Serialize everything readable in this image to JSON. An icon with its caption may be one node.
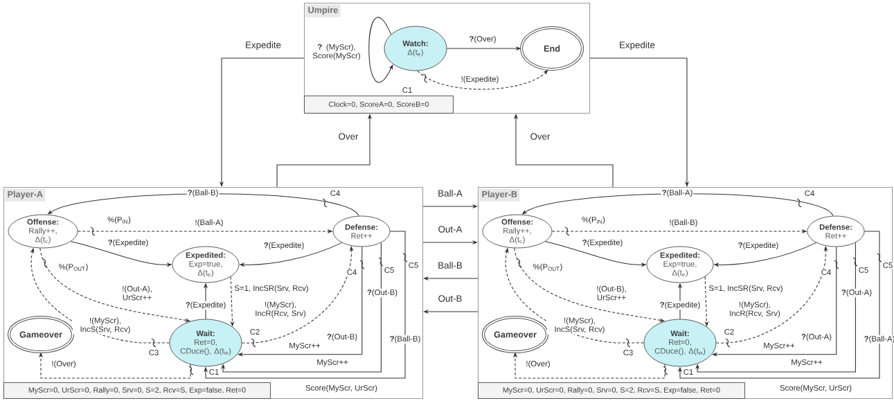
{
  "diagram": {
    "nodes": [
      {
        "text": [
          "Umpire"
        ]
      },
      {
        "text": [
          "Watch:",
          "Δ(t$_{e}$)"
        ],
        "in": 0
      },
      {
        "text": [
          "End"
        ],
        "in": 0
      },
      {
        "text": [
          "Clock=0, ScoreA=0, ScoreB=0"
        ],
        "in": 0
      },
      {
        "text": [
          "Player-A"
        ]
      },
      {
        "text": [
          "Offense:",
          "Rally++, Δ(t$_{c}$)"
        ],
        "in": 4
      },
      {
        "text": [
          "Expedited:",
          "Exp=true, Δ(t$_{e}$)"
        ],
        "in": 4
      },
      {
        "text": [
          "Defense:",
          "Ret++"
        ],
        "in": 4
      },
      {
        "text": [
          "Wait:",
          "Ret=0, CDuce(), Δ(t$_{w}$)"
        ],
        "in": 4
      },
      {
        "text": [
          "Gameover"
        ],
        "in": 4
      },
      {
        "text": [
          "MyScr=0, UrScr=0, Rally=0, Srv=0, S=2, Rcv=S, Exp=false, Ret=0"
        ],
        "in": 4
      },
      {
        "text": [
          "Player-B"
        ]
      },
      {
        "text": [
          "Offense:",
          "Rally++, Δ(t$_{c}$)"
        ],
        "in": 11
      },
      {
        "text": [
          "Expedited:",
          "Exp=true, Δ(t$_{e}$)"
        ],
        "in": 11
      },
      {
        "text": [
          "Defense:",
          "Ret++"
        ],
        "in": 11
      },
      {
        "text": [
          "Wait:",
          "Ret=0, CDuce(), Δ(t$_{w}$)"
        ],
        "in": 11
      },
      {
        "text": [
          "Gameover"
        ],
        "in": 11
      },
      {
        "text": [
          "MyScr=0, UrScr=0, Rally=0, Srv=0, S=2, Rcv=S, Exp=false, Ret=0"
        ],
        "in": 11
      }
    ],
    "edges": [
      {
        "from": 1,
        "to": 1,
        "arrow": "to",
        "label": "**?** (MyScr), Score(MyScr)"
      },
      {
        "from": 1,
        "to": 2,
        "arrow": "to",
        "label": "**?**(Over)"
      },
      {
        "from": 1,
        "to": 2,
        "arrow": "to",
        "style": "dashed",
        "label": "!(Expedite)"
      },
      {
        "from": 0,
        "to": 4,
        "arrow": "to",
        "label": "Expedite"
      },
      {
        "from": 0,
        "to": 11,
        "arrow": "to",
        "label": "Expedite"
      },
      {
        "from": 4,
        "to": 0,
        "arrow": "to",
        "label": "Over"
      },
      {
        "from": 11,
        "to": 0,
        "arrow": "to",
        "label": "Over"
      },
      {
        "from": 4,
        "to": 11,
        "arrow": "to",
        "label": "Ball-A"
      },
      {
        "from": 4,
        "to": 11,
        "arrow": "to",
        "label": "Out-A"
      },
      {
        "from": 11,
        "to": 4,
        "arrow": "to",
        "label": "Ball-B"
      },
      {
        "from": 11,
        "to": 4,
        "arrow": "to",
        "label": "Out-B"
      },
      {
        "from": 7,
        "to": 5,
        "arrow": "to",
        "label": "**?**(Ball-B)"
      },
      {
        "from": 5,
        "to": 7,
        "arrow": "to",
        "style": "dashed",
        "label": "!(Ball-A)"
      },
      {
        "from": 5,
        "to": 6,
        "arrow": "to",
        "label": "**?**(Expedite)"
      },
      {
        "from": 7,
        "to": 6,
        "arrow": "to",
        "label": "**?**(Expedite)"
      },
      {
        "from": 5,
        "to": 8,
        "arrow": "to",
        "style": "dashed",
        "label": "!(Out-A), UrScr++"
      },
      {
        "from": 8,
        "to": 5,
        "arrow": "to",
        "style": "dashed",
        "label": "!(MyScr), IncS(Srv, Rcv)"
      },
      {
        "from": 8,
        "to": 6,
        "arrow": "to",
        "label": "**?**(Expedite)"
      },
      {
        "from": 6,
        "to": 8,
        "arrow": "to",
        "style": "dashed",
        "label": "S=1, IncSR(Srv, Rcv)"
      },
      {
        "from": 8,
        "to": 7,
        "arrow": "to",
        "style": "dashed",
        "label": "!(MyScr), IncR(Rcv, Srv)"
      },
      {
        "from": 7,
        "to": 8,
        "arrow": "to",
        "label": "**?**(Out-B)"
      },
      {
        "from": 7,
        "to": 8,
        "arrow": "to",
        "label": "**?**(Out-B)"
      },
      {
        "from": 7,
        "to": 8,
        "arrow": "to",
        "label": "**?**(Ball-B)"
      },
      {
        "from": 8,
        "to": 9,
        "arrow": "to",
        "style": "dashed",
        "label": "!(Over)"
      },
      {
        "from": 14,
        "to": 12,
        "arrow": "to",
        "label": "**?**(Ball-A)"
      },
      {
        "from": 12,
        "to": 14,
        "arrow": "to",
        "style": "dashed",
        "label": "!(Ball-B)"
      },
      {
        "from": 12,
        "to": 13,
        "arrow": "to",
        "label": "**?**(Expedite)"
      },
      {
        "from": 14,
        "to": 13,
        "arrow": "to",
        "label": "**?**(Expedite)"
      },
      {
        "from": 12,
        "to": 15,
        "arrow": "to",
        "style": "dashed",
        "label": "!(Out-B), UrScr++"
      },
      {
        "from": 15,
        "to": 12,
        "arrow": "to",
        "style": "dashed",
        "label": "!(MyScr), IncS(Srv, Rcv)"
      },
      {
        "from": 15,
        "to": 13,
        "arrow": "to",
        "label": "**?**(Expedite)"
      },
      {
        "from": 13,
        "to": 15,
        "arrow": "to",
        "style": "dashed",
        "label": "S=1, IncSR(Srv, Rcv)"
      },
      {
        "from": 15,
        "to": 14,
        "arrow": "to",
        "style": "dashed",
        "label": "!(MyScr), IncR(Rcv, Srv)"
      },
      {
        "from": 14,
        "to": 15,
        "arrow": "to",
        "label": "**?**(Out-A)"
      },
      {
        "from": 14,
        "to": 15,
        "arrow": "to",
        "label": "**?**(Out-A)"
      },
      {
        "from": 14,
        "to": 15,
        "arrow": "to",
        "label": "**?**(Ball-A)"
      },
      {
        "from": 15,
        "to": 16,
        "arrow": "to",
        "style": "dashed",
        "label": "!(Over)"
      }
    ],
    "labels": [
      "C1",
      "C4",
      "%(P$_{IN}$)",
      "%(P$_{OUT}$)",
      "C4",
      "C5",
      "C5",
      "C2",
      "MyScr++",
      "C3",
      "MyScr++",
      "C1",
      "Score(MyScr, UrScr)",
      "C4",
      "%(P$_{IN}$)",
      "%(P$_{OUT}$)",
      "C4",
      "C5",
      "C5",
      "C2",
      "MyScr++",
      "C3",
      "MyScr++",
      "C1",
      "Score(MyScr, UrScr)"
    ]
  }
}
